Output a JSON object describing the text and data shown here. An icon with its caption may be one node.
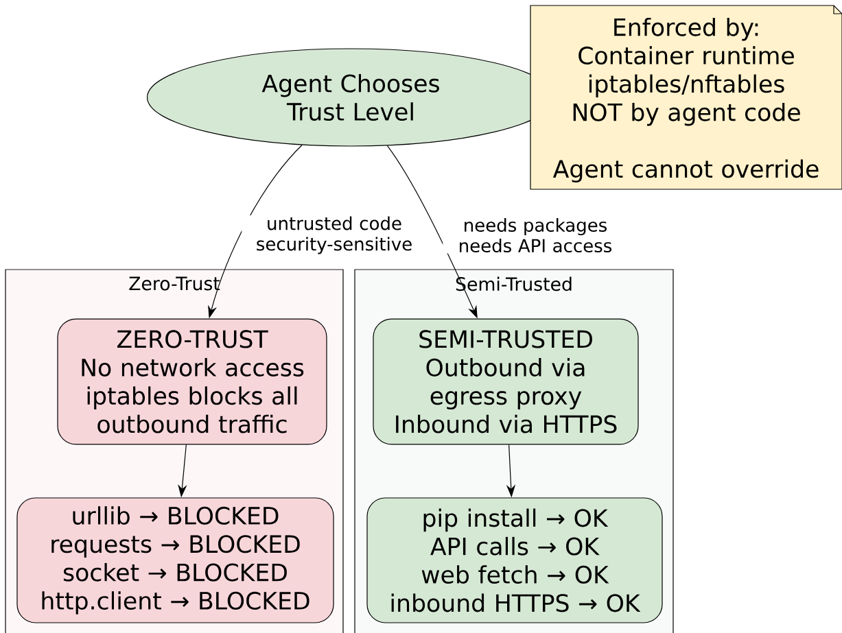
{
  "diagram": {
    "nodes": [
      {
        "text": [
          "Zero-Trust"
        ]
      },
      {
        "text": [
          "Semi-Trusted"
        ]
      },
      {
        "text": [
          "Agent Chooses Trust Level"
        ]
      },
      {
        "text": [
          "ZERO-TRUST",
          "No network access",
          "iptables blocks all outbound traffic"
        ],
        "in": 0
      },
      {
        "text": [
          "urllib → BLOCKED",
          "requests → BLOCKED",
          "socket → BLOCKED",
          "http.client → BLOCKED"
        ],
        "in": 0
      },
      {
        "text": [
          "SEMI-TRUSTED",
          "Outbound via egress proxy",
          "Inbound via HTTPS"
        ],
        "in": 1
      },
      {
        "text": [
          "pip install → OK",
          "API calls → OK",
          "web fetch → OK",
          "inbound HTTPS → OK"
        ],
        "in": 1
      },
      {
        "text": [
          "Enforced by:",
          "Container runtime",
          "iptables/nftables",
          "NOT by agent code",
          "Agent cannot override"
        ]
      }
    ],
    "edges": [
      {
        "from": 2,
        "to": 3,
        "arrow": "to",
        "label": "untrusted code security-sensitive"
      },
      {
        "from": 2,
        "to": 5,
        "arrow": "to",
        "label": "needs packages needs API access"
      },
      {
        "from": 3,
        "to": 4,
        "arrow": "to"
      },
      {
        "from": 5,
        "to": 6,
        "arrow": "to"
      }
    ]
  }
}
